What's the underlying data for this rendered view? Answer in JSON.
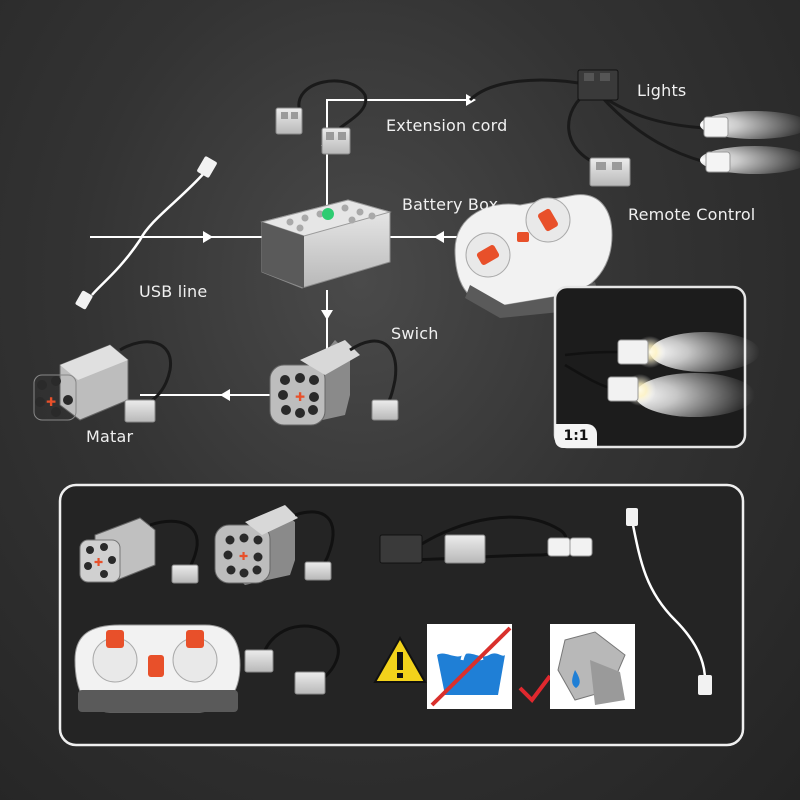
{
  "labels": {
    "extension_cord": "Extension cord",
    "lights": "Lights",
    "battery_box": "Battery Box",
    "remote_control": "Remote Control",
    "usb_line": "USB line",
    "switch": "Swich",
    "motor": "Matar"
  },
  "inset": {
    "scale": "1:1"
  },
  "colors": {
    "background": "#2e2e2e",
    "brick_light_gray": "#d9d9d9",
    "brick_dark_gray": "#5a5a5a",
    "accent_orange": "#e8502a",
    "status_green": "#2ecc71",
    "warning_yellow": "#f2d21b",
    "prohibit_red": "#d9302c",
    "check_red": "#e0282e",
    "water_blue": "#1f7fd6"
  },
  "icons": [
    "warning-icon",
    "no-wash-icon",
    "check-icon",
    "wipe-clean-icon",
    "light-beam-icon"
  ]
}
